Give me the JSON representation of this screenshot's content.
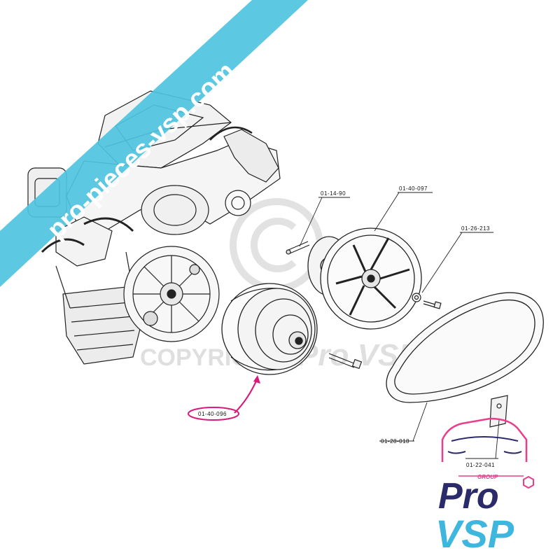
{
  "watermark": {
    "banner_text": "pro-pieces-vsp.com",
    "copyright_text": "COPYRIGHT",
    "copyright_symbol": "©",
    "center_text": "Pro VSP",
    "banner_color": "#4ec3df"
  },
  "parts": [
    {
      "ref": "01-14-90"
    },
    {
      "ref": "01-40-097"
    },
    {
      "ref": "01-26-213"
    },
    {
      "ref": "01-28-018"
    },
    {
      "ref": "01-40-096",
      "highlighted": true
    },
    {
      "ref": "01-22-041"
    }
  ],
  "highlight_color": "#d81b7a",
  "logo": {
    "group_label": "GROUP",
    "pro_text": "Pro",
    "vsp_text": "VSP",
    "colors": {
      "pro": "#2b2a6b",
      "vsp": "#3fb6dd",
      "accent": "#e83e8c"
    }
  }
}
